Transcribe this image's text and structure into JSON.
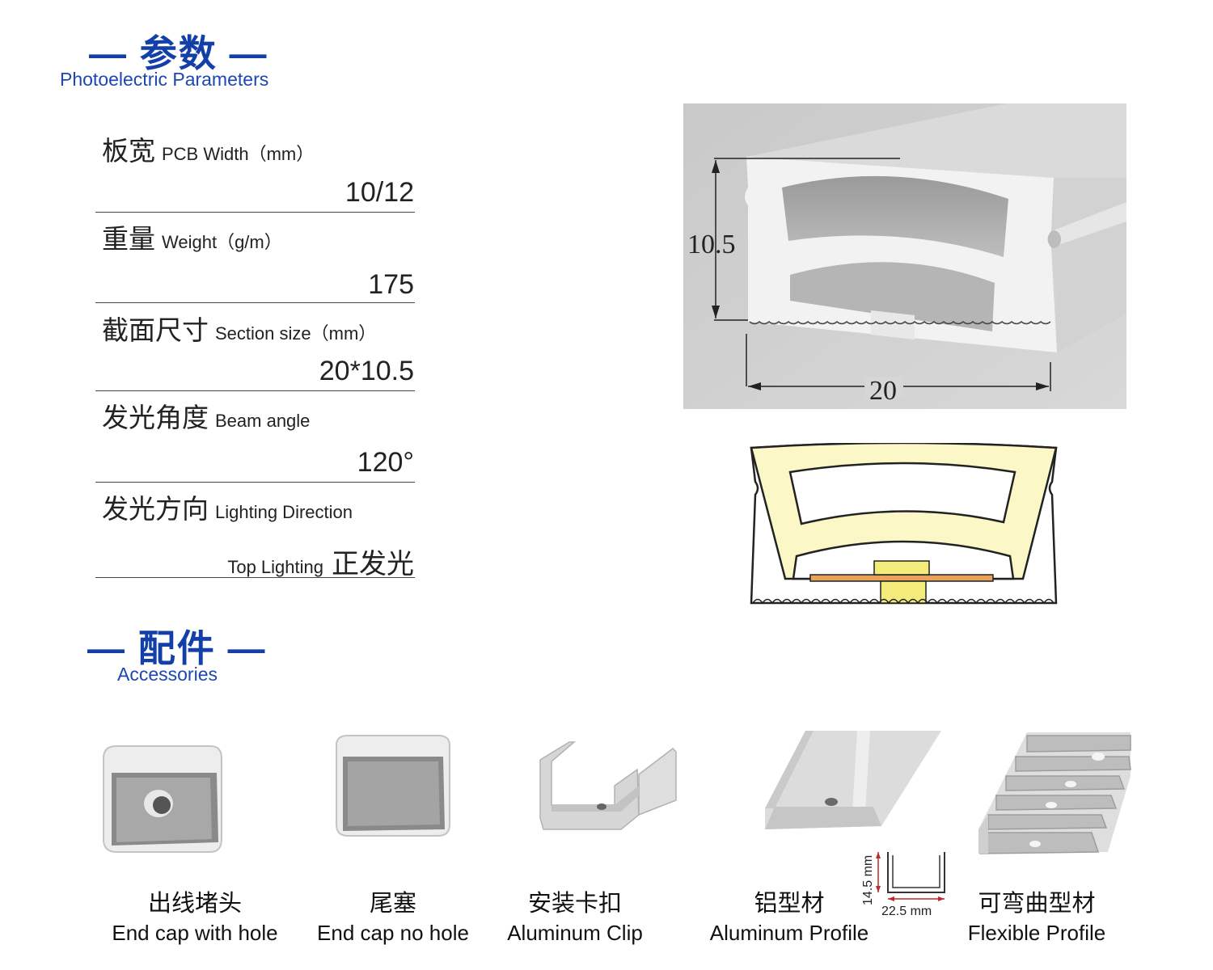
{
  "sections": {
    "params": {
      "cn": "— 参数 —",
      "en": "Photoelectric Parameters"
    },
    "accessories": {
      "cn": "— 配件 —",
      "en": "Accessories"
    }
  },
  "params": [
    {
      "cn": "板宽",
      "en": "PCB Width（mm）",
      "value": "10/12"
    },
    {
      "cn": "重量",
      "en": "Weight（g/m）",
      "value": "175"
    },
    {
      "cn": "截面尺寸",
      "en": "Section size（mm）",
      "value": "20*10.5"
    },
    {
      "cn": "发光角度",
      "en": "Beam angle",
      "value": "120°"
    },
    {
      "cn": "发光方向",
      "en": "Lighting Direction",
      "value_en": "Top Lighting",
      "value": "正发光"
    }
  ],
  "diagram": {
    "height_label": "10.5",
    "width_label": "20"
  },
  "accessories": [
    {
      "cn": "出线堵头",
      "en": "End cap with hole"
    },
    {
      "cn": "尾塞",
      "en": "End cap no hole"
    },
    {
      "cn": "安装卡扣",
      "en": "Aluminum Clip"
    },
    {
      "cn": "铝型材",
      "en": "Aluminum Profile",
      "dim_h": "14.5 mm",
      "dim_w": "22.5 mm"
    },
    {
      "cn": "可弯曲型材",
      "en": "Flexible Profile"
    }
  ],
  "colors": {
    "brand_blue": "#1340a8",
    "glow_yellow": "#fbf7c6",
    "led_chip": "#f3ec7a",
    "pcb": "#e9a25a"
  }
}
